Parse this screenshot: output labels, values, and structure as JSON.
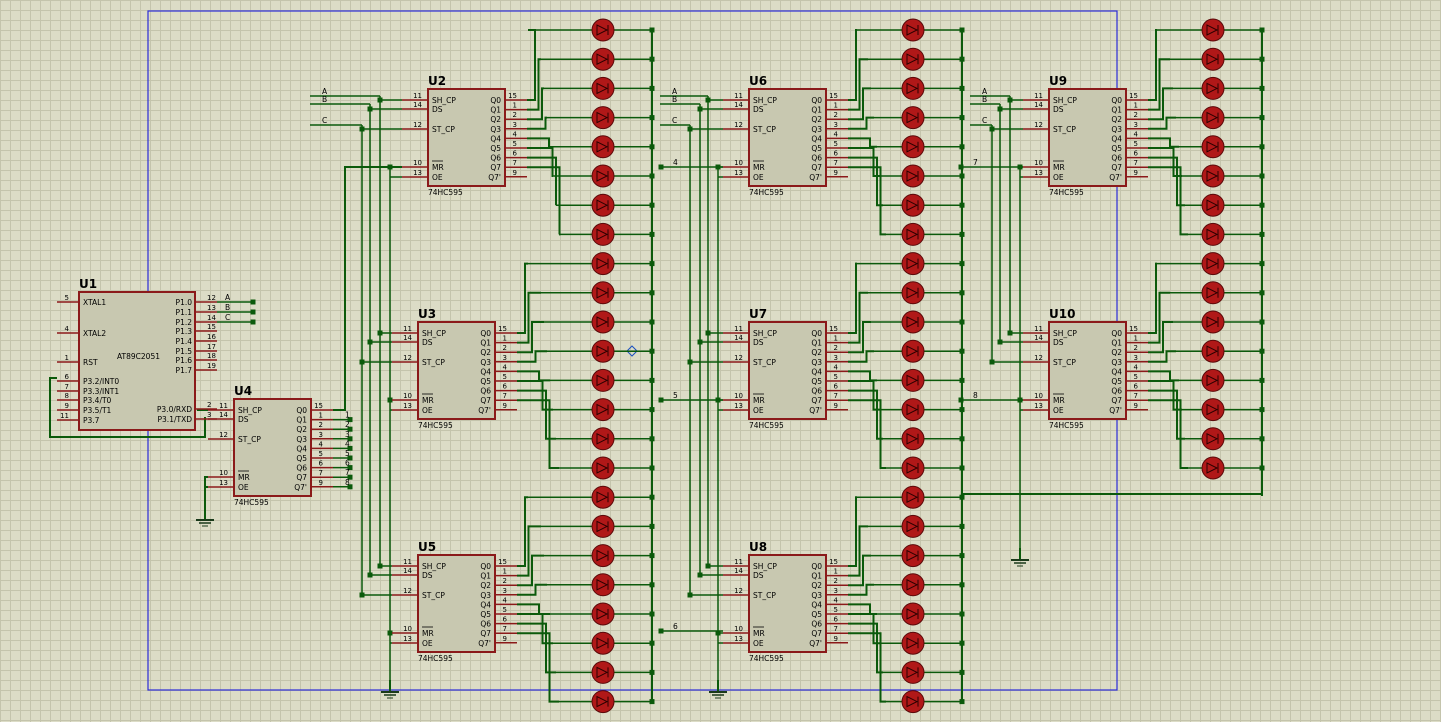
{
  "colors": {
    "background": "#dcdcc6",
    "grid": "#c4c4ac",
    "chip_fill": "#c8c8b0",
    "chip_border": "#8b1a1a",
    "pin": "#8b1a1a",
    "wire": "#0b5a0b",
    "frame": "#2b2bd8",
    "led": "#b01818",
    "text": "#000000"
  },
  "mcu": {
    "ref": "U1",
    "part": "AT89C2051",
    "left_pins": [
      {
        "num": "5",
        "name": "XTAL1"
      },
      {
        "num": "4",
        "name": "XTAL2"
      },
      {
        "num": "1",
        "name": "RST"
      },
      {
        "num": "6",
        "name": "P3.2/INT0"
      },
      {
        "num": "7",
        "name": "P3.3/INT1"
      },
      {
        "num": "8",
        "name": "P3.4/T0"
      },
      {
        "num": "9",
        "name": "P3.5/T1"
      },
      {
        "num": "11",
        "name": "P3.7"
      }
    ],
    "right_pins": [
      {
        "num": "12",
        "name": "P1.0",
        "net": "A"
      },
      {
        "num": "13",
        "name": "P1.1",
        "net": "B"
      },
      {
        "num": "14",
        "name": "P1.2",
        "net": "C"
      },
      {
        "num": "15",
        "name": "P1.3",
        "net": ""
      },
      {
        "num": "16",
        "name": "P1.4",
        "net": ""
      },
      {
        "num": "17",
        "name": "P1.5",
        "net": ""
      },
      {
        "num": "18",
        "name": "P1.6",
        "net": ""
      },
      {
        "num": "19",
        "name": "P1.7",
        "net": ""
      },
      {
        "num": "2",
        "name": "P3.0/RXD",
        "net": ""
      },
      {
        "num": "3",
        "name": "P3.1/TXD",
        "net": ""
      }
    ]
  },
  "shift_register": {
    "part": "74HC595",
    "left_pins": [
      {
        "num": "11",
        "name": "SH_CP"
      },
      {
        "num": "14",
        "name": "DS"
      },
      {
        "num": "12",
        "name": "ST_CP"
      },
      {
        "num": "10",
        "name": "MR"
      },
      {
        "num": "13",
        "name": "OE"
      }
    ],
    "right_pins": [
      {
        "num": "15",
        "name": "Q0"
      },
      {
        "num": "1",
        "name": "Q1"
      },
      {
        "num": "2",
        "name": "Q2"
      },
      {
        "num": "3",
        "name": "Q3"
      },
      {
        "num": "4",
        "name": "Q4"
      },
      {
        "num": "5",
        "name": "Q5"
      },
      {
        "num": "6",
        "name": "Q6"
      },
      {
        "num": "7",
        "name": "Q7"
      },
      {
        "num": "9",
        "name": "Q7'"
      }
    ]
  },
  "chips": [
    {
      "ref": "U4",
      "part": "74HC595",
      "net_labels": []
    },
    {
      "ref": "U2",
      "part": "74HC595",
      "net_labels": [
        "A",
        "B",
        "C"
      ]
    },
    {
      "ref": "U3",
      "part": "74HC595",
      "net_labels": []
    },
    {
      "ref": "U5",
      "part": "74HC595",
      "net_labels": []
    },
    {
      "ref": "U6",
      "part": "74HC595",
      "net_labels": [
        "A",
        "B",
        "C",
        "4"
      ]
    },
    {
      "ref": "U7",
      "part": "74HC595",
      "net_labels": [
        "5"
      ]
    },
    {
      "ref": "U8",
      "part": "74HC595",
      "net_labels": [
        "6"
      ]
    },
    {
      "ref": "U9",
      "part": "74HC595",
      "net_labels": [
        "A",
        "B",
        "C",
        "7"
      ]
    },
    {
      "ref": "U10",
      "part": "74HC595",
      "net_labels": [
        "8"
      ]
    }
  ],
  "u4_output_nets": [
    "1",
    "2",
    "3",
    "4",
    "5",
    "6",
    "7",
    "8"
  ],
  "led_columns": [
    {
      "name": "column-1",
      "count": 24
    },
    {
      "name": "column-2",
      "count": 24
    },
    {
      "name": "column-3",
      "count": 16
    }
  ]
}
